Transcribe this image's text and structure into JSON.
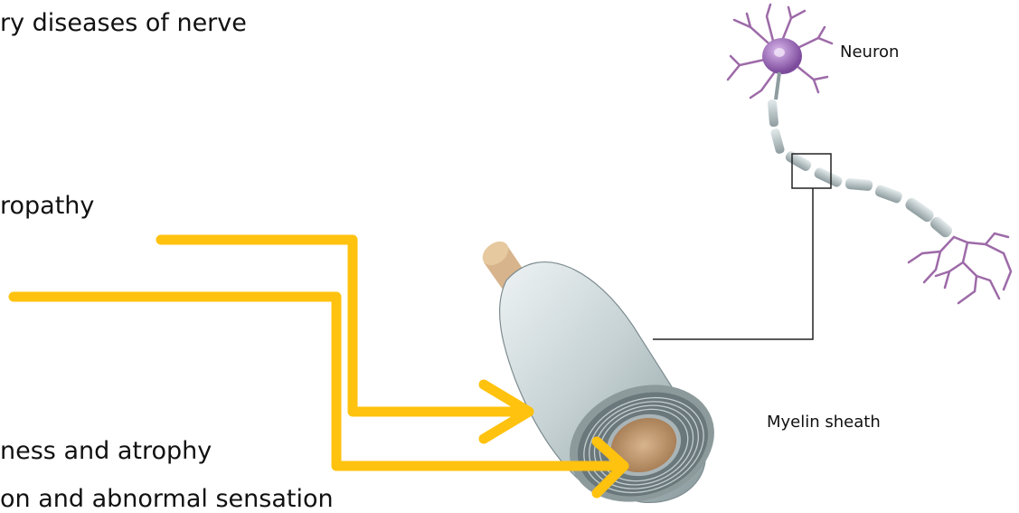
{
  "slide": {
    "line1": "ry diseases of nerve",
    "line2": "ropathy",
    "line3": "ness and atrophy",
    "line4": "on and abnormal sensation"
  },
  "diagram": {
    "neuron_label": "Neuron",
    "myelin_label": "Myelin sheath"
  },
  "colors": {
    "arrow": "#ffc20e",
    "text": "#111111",
    "sheath": "#c9d4d6",
    "axon_core": "#c7a27a",
    "neuron_body": "#9b6bb5",
    "dendrite": "#9d6aa8"
  }
}
